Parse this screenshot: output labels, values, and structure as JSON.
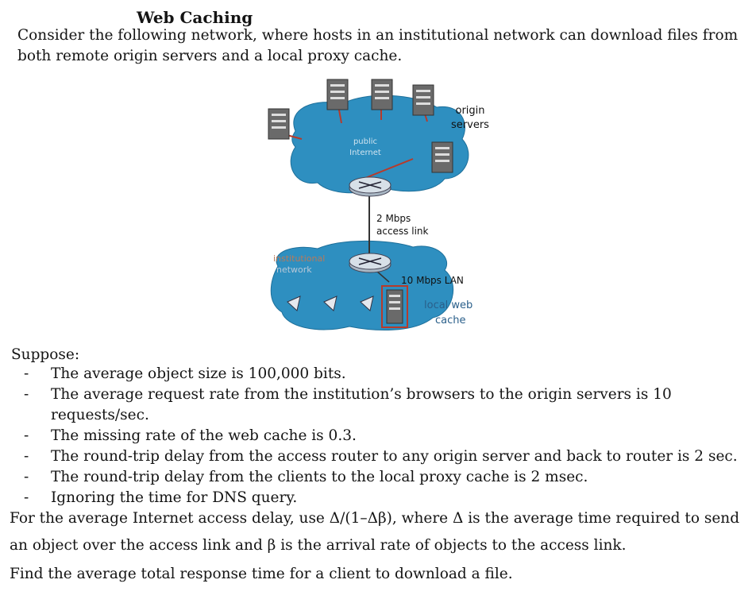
{
  "title": "Web Caching",
  "intro": {
    "line1": "Consider the following network, where hosts in an institutional network can download files from",
    "line2": "both remote origin servers and a local proxy cache."
  },
  "diagram": {
    "origin_label_1": "origin",
    "origin_label_2": "servers",
    "public_label_1": "public",
    "public_label_2": "Internet",
    "access_link_1": "2 Mbps",
    "access_link_2": "access link",
    "institutional_label_1": "institutional",
    "institutional_label_2": "network",
    "lan_label": "10 Mbps LAN",
    "cache_label_1": "local web",
    "cache_label_2": "cache"
  },
  "suppose": "Suppose:",
  "bullets": [
    "The average object size is 100,000 bits.",
    "The average request rate from the institution’s browsers to the origin servers is 10",
    "requests/sec.",
    "The missing rate of the web cache is 0.3.",
    "The round-trip delay from the access router to any origin server and back to router is 2 sec.",
    "The round-trip delay from the clients to the local proxy cache is 2 msec.",
    "Ignoring the time for DNS query."
  ],
  "dash": "-",
  "para1_line1": "For the average Internet access delay, use Δ/(1–Δβ), where Δ is the average time required to send",
  "para1_line2": "an object over the access link and β is the arrival rate of objects to the access link.",
  "para2": "Find the average total response time for a client to download a file."
}
